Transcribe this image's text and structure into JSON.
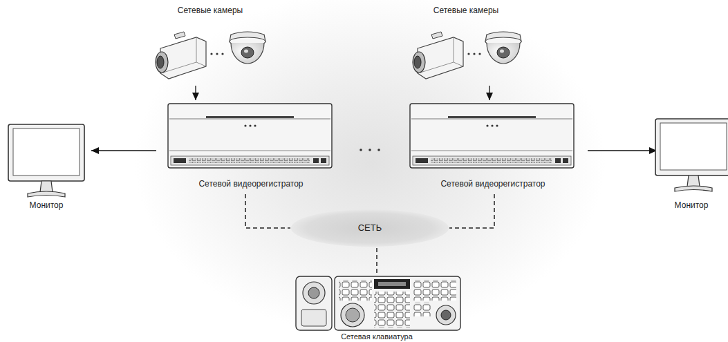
{
  "diagram": {
    "nodes": [
      {
        "text": [
          "Сетевые камеры"
        ]
      },
      {
        "text": [
          "Сетевые камеры"
        ]
      },
      {
        "text": [
          "Монитор"
        ]
      },
      {
        "text": [
          "Сетевой видеорегистратор"
        ]
      },
      {
        "text": [
          "Сетевой видеорегистратор"
        ]
      },
      {
        "text": [
          "Монитор"
        ]
      },
      {
        "text": [
          "СЕТЬ"
        ]
      },
      {
        "text": [
          "Сетевая клавиатура"
        ]
      }
    ],
    "edges": [
      {
        "from": 0,
        "to": 3,
        "arrow": "to"
      },
      {
        "from": 1,
        "to": 4,
        "arrow": "to"
      },
      {
        "from": 3,
        "to": 2,
        "arrow": "to"
      },
      {
        "from": 4,
        "to": 5,
        "arrow": "to"
      },
      {
        "from": 3,
        "to": 6,
        "arrow": "none"
      },
      {
        "from": 4,
        "to": 6,
        "arrow": "none"
      },
      {
        "from": 7,
        "to": 6,
        "arrow": "none"
      }
    ]
  }
}
